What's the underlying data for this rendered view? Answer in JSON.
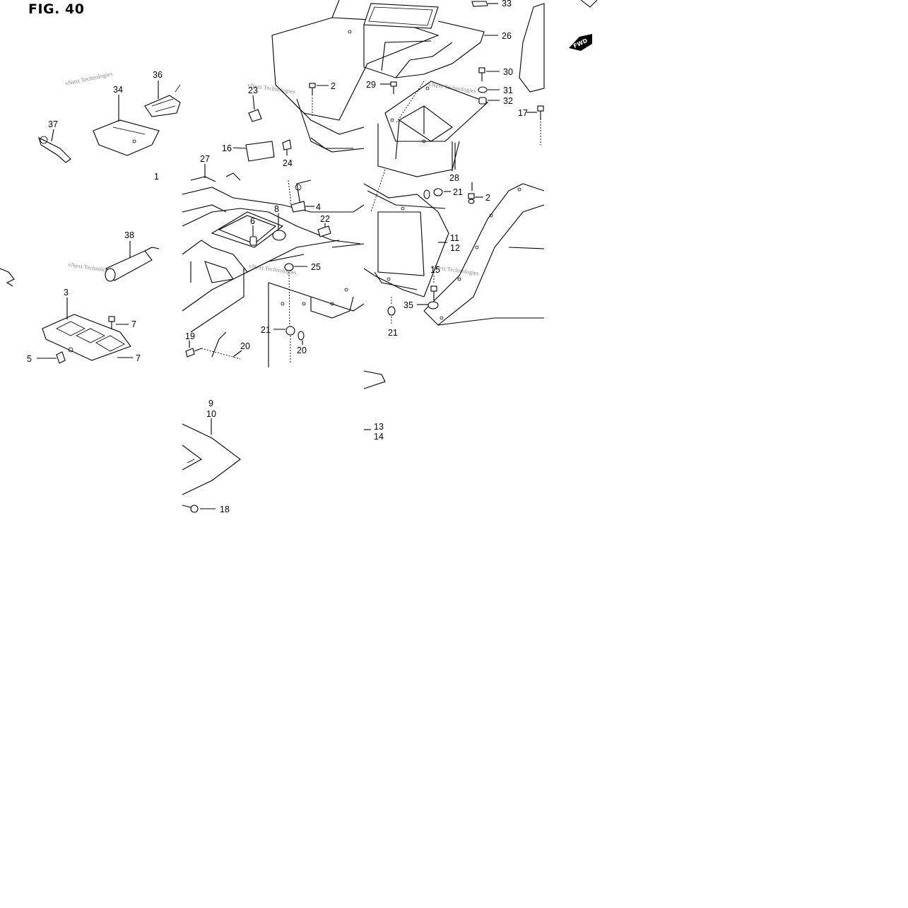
{
  "figure": {
    "title": "FIG. 40"
  },
  "watermark": "vNext Technologies",
  "direction_badge": "FWD",
  "part_labels": {
    "p1": "1",
    "p2a": "2",
    "p2b": "2",
    "p3": "3",
    "p4": "4",
    "p5": "5",
    "p6": "6",
    "p7a": "7",
    "p7b": "7",
    "p8": "8",
    "p9": "9",
    "p10": "10",
    "p11": "11",
    "p12": "12",
    "p13": "13",
    "p14": "14",
    "p15": "15",
    "p16": "16",
    "p17": "17",
    "p18": "18",
    "p19": "19",
    "p20a": "20",
    "p20b": "20",
    "p21a": "21",
    "p21b": "21",
    "p21c": "21",
    "p22": "22",
    "p23": "23",
    "p24": "24",
    "p25": "25",
    "p26": "26",
    "p27": "27",
    "p28": "28",
    "p29": "29",
    "p30": "30",
    "p31": "31",
    "p32": "32",
    "p33": "33",
    "p34": "34",
    "p35": "35",
    "p36": "36",
    "p37": "37",
    "p38": "38"
  }
}
